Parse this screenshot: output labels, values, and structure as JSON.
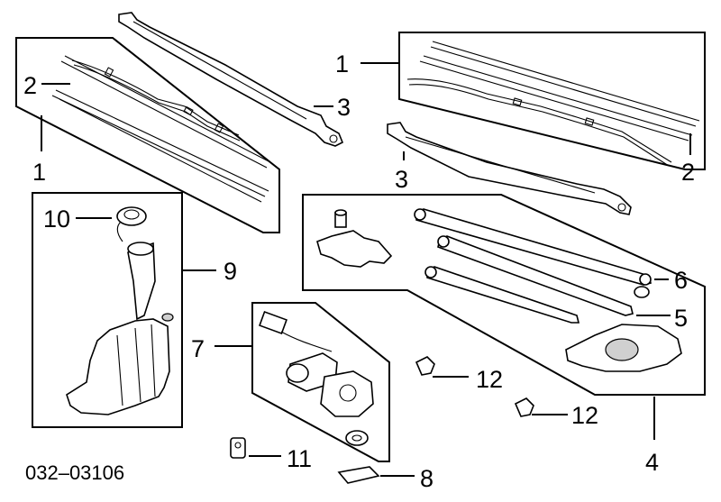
{
  "diagram": {
    "code": "032–03106",
    "callouts": {
      "p1_left": "1",
      "p1_left_top": "2",
      "p3_left": "3",
      "p1_right": "1",
      "p2_right": "2",
      "p3_right": "3",
      "p10": "10",
      "p9": "9",
      "p6": "6",
      "p5": "5",
      "p7": "7",
      "p12a": "12",
      "p12b": "12",
      "p4": "4",
      "p11": "11",
      "p8": "8"
    }
  }
}
